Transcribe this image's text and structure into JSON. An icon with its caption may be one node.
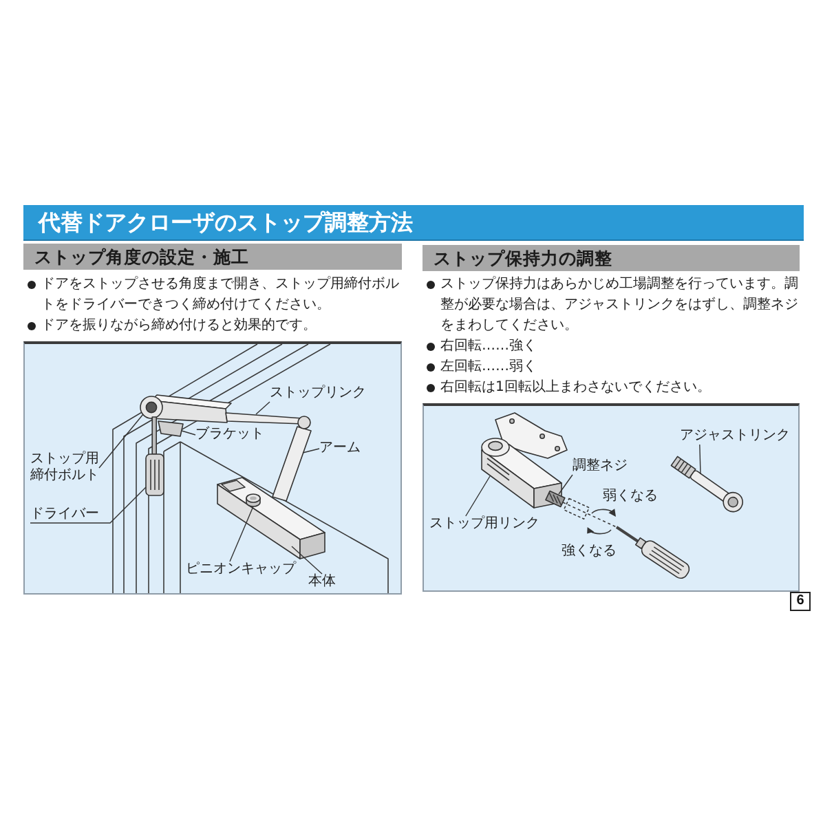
{
  "diagram": {
    "title": "代替ドアクローザのストップ調整方法",
    "nodes": [
      {
        "text": [
          "ストップ角度の設定・施工"
        ]
      },
      {
        "text": [
          "ストップ保持力の調整"
        ]
      },
      {
        "text": [
          "ストップリンク"
        ]
      },
      {
        "text": [
          "ブラケット"
        ]
      },
      {
        "text": [
          "アーム"
        ]
      },
      {
        "text": [
          "ストップ用締付ボルト"
        ]
      },
      {
        "text": [
          "ドライバー"
        ]
      },
      {
        "text": [
          "ピニオンキャップ"
        ]
      },
      {
        "text": [
          "本体"
        ]
      },
      {
        "text": [
          "調整ネジ"
        ]
      },
      {
        "text": [
          "アジャストリンク"
        ]
      },
      {
        "text": [
          "ストップ用リンク"
        ]
      },
      {
        "text": [
          "6"
        ]
      },
      {
        "text": [],
        "shape": "picture"
      },
      {
        "text": [],
        "shape": "picture"
      },
      {
        "text": [],
        "shape": "picture"
      },
      {
        "text": [],
        "shape": "picture"
      },
      {
        "text": [],
        "shape": "picture"
      },
      {
        "text": [],
        "shape": "picture"
      },
      {
        "text": [],
        "shape": "picture",
        "in": 18
      },
      {
        "text": [],
        "shape": "picture"
      },
      {
        "text": [],
        "shape": "picture"
      },
      {
        "text": [],
        "shape": "picture"
      }
    ],
    "edges": [
      {
        "from": 2,
        "to": 13,
        "arrow": "none"
      },
      {
        "from": 3,
        "to": 14,
        "arrow": "none"
      },
      {
        "from": 4,
        "to": 15,
        "arrow": "none"
      },
      {
        "from": 5,
        "to": 16,
        "arrow": "none"
      },
      {
        "from": 6,
        "to": 17,
        "arrow": "none"
      },
      {
        "from": 7,
        "to": 19,
        "arrow": "none"
      },
      {
        "from": 8,
        "to": 18,
        "arrow": "none"
      },
      {
        "from": 9,
        "to": 20,
        "arrow": "none"
      },
      {
        "from": 10,
        "to": 21,
        "arrow": "none"
      },
      {
        "from": 11,
        "to": 22,
        "arrow": "none"
      }
    ],
    "labels": [
      "ドアをストップさせる角度まで開き、ストップ用締付ボルトをドライバーできつく締め付けてください。",
      "ドアを振りながら締め付けると効果的です。",
      "ストップ保持力はあらかじめ工場調整を行っています。調整が必要な場合は、アジャストリンクをはずし、調整ネジをまわしてください。",
      "右回転……強く",
      "左回転……弱く",
      "右回転は1回転以上まわさないでください。",
      "弱くなる",
      "強くなる"
    ]
  }
}
